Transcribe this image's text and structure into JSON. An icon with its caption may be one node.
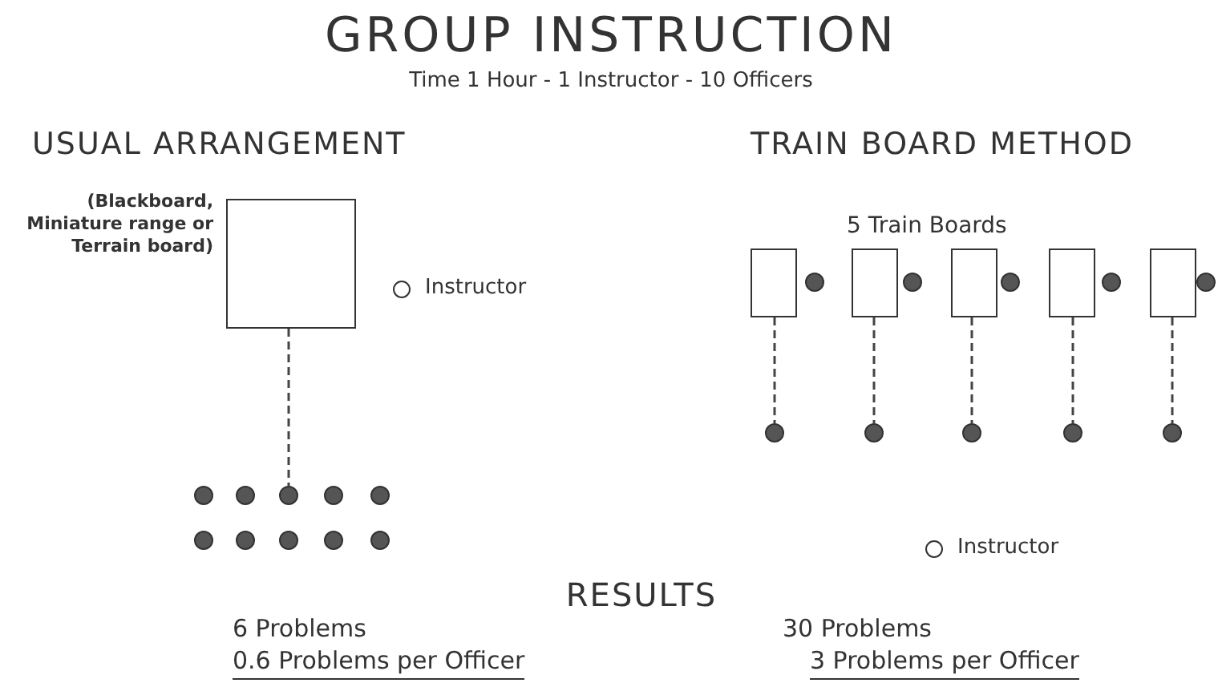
{
  "diagram": {
    "title": "GROUP INSTRUCTION",
    "nodes": [
      {
        "text": [],
        "shape": "box",
        "beside": [
          "(Blackboard, Miniature range or Terrain board)"
        ]
      },
      {
        "text": [],
        "shape": "circle",
        "beside": [
          "Instructor"
        ]
      },
      {
        "text": [],
        "shape": "circle"
      },
      {
        "text": [],
        "shape": "circle"
      },
      {
        "text": [],
        "shape": "circle"
      },
      {
        "text": [],
        "shape": "circle"
      },
      {
        "text": [],
        "shape": "circle"
      },
      {
        "text": [],
        "shape": "circle"
      },
      {
        "text": [],
        "shape": "circle"
      },
      {
        "text": [],
        "shape": "circle"
      },
      {
        "text": [],
        "shape": "circle"
      },
      {
        "text": [],
        "shape": "circle"
      },
      {
        "text": [],
        "shape": "box"
      },
      {
        "text": [],
        "shape": "circle"
      },
      {
        "text": [],
        "shape": "box"
      },
      {
        "text": [],
        "shape": "circle"
      },
      {
        "text": [],
        "shape": "box"
      },
      {
        "text": [],
        "shape": "circle"
      },
      {
        "text": [],
        "shape": "box"
      },
      {
        "text": [],
        "shape": "circle"
      },
      {
        "text": [],
        "shape": "box"
      },
      {
        "text": [],
        "shape": "circle"
      },
      {
        "text": [],
        "shape": "circle"
      },
      {
        "text": [],
        "shape": "circle"
      },
      {
        "text": [],
        "shape": "circle"
      },
      {
        "text": [],
        "shape": "circle"
      },
      {
        "text": [],
        "shape": "circle"
      },
      {
        "text": [],
        "shape": "circle",
        "beside": [
          "Instructor"
        ]
      }
    ],
    "edges": [
      {
        "from": 0,
        "to": 4,
        "arrow": "none",
        "style": "dashed"
      },
      {
        "from": 12,
        "to": 22,
        "arrow": "none",
        "style": "dashed"
      },
      {
        "from": 14,
        "to": 23,
        "arrow": "none",
        "style": "dashed"
      },
      {
        "from": 16,
        "to": 24,
        "arrow": "none",
        "style": "dashed"
      },
      {
        "from": 18,
        "to": 25,
        "arrow": "none",
        "style": "dashed"
      },
      {
        "from": 20,
        "to": 26,
        "arrow": "none",
        "style": "dashed"
      }
    ],
    "labels": [
      "Time 1 Hour - 1 Instructor - 10 Officers",
      "USUAL ARRANGEMENT",
      "TRAIN BOARD METHOD",
      "5 Train Boards",
      "RESULTS",
      "6 Problems",
      "30 Problems",
      "0.6 Problems per Officer",
      "3 Problems per Officer"
    ]
  }
}
